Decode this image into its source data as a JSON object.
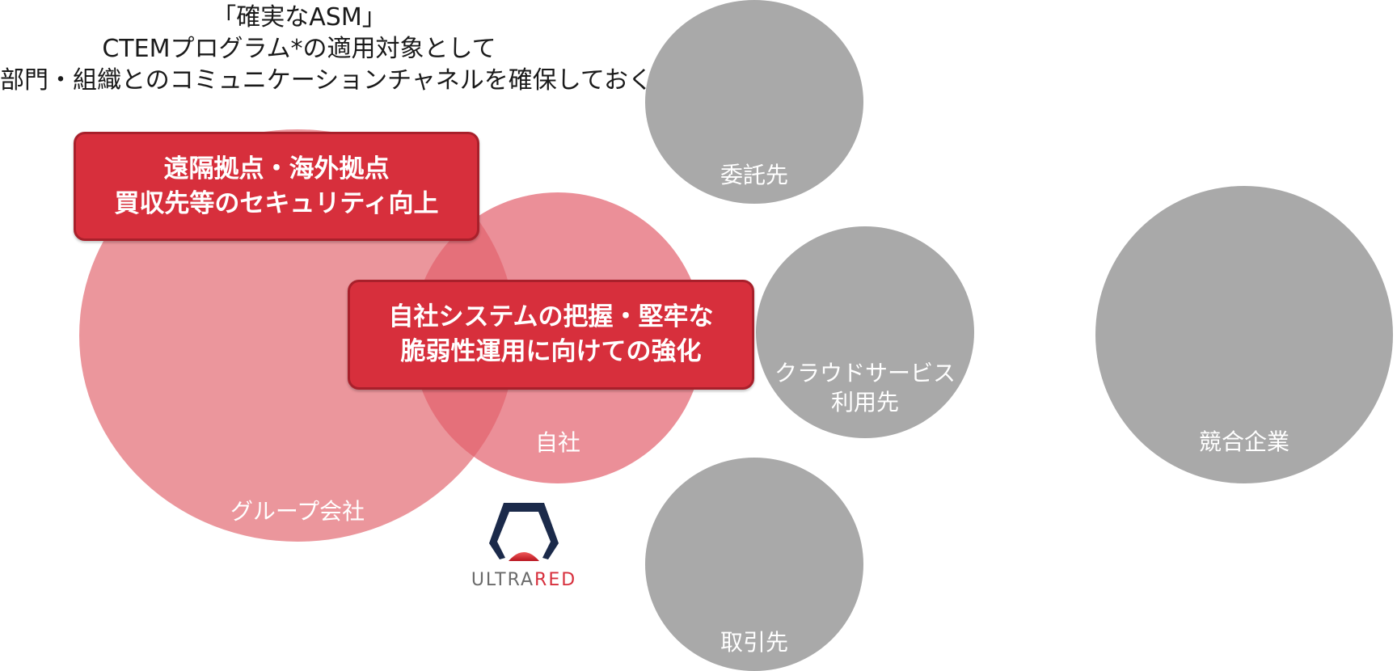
{
  "header": {
    "line1": "「確実なASM」",
    "line2": "CTEMプログラム*の適用対象として",
    "line3": "部門・組織とのコミュニケーションチャネルを確保しておく"
  },
  "circles": {
    "group": "グループ会社",
    "own": "自社",
    "contractor": "委託先",
    "cloud_line1": "クラウドサービス",
    "cloud_line2": "利用先",
    "supplier": "取引先",
    "competitor": "競合企業"
  },
  "callouts": {
    "remote_line1": "遠隔拠点・海外拠点",
    "remote_line2": "買収先等のセキュリティ向上",
    "own_line1": "自社システムの把握・堅牢な",
    "own_line2": "脆弱性運用に向けての強化"
  },
  "logo": {
    "text_ultra": "ULTRA",
    "text_red": "RED"
  },
  "colors": {
    "callout_red": "#d72f3c",
    "circle_pink": "#e6787f",
    "circle_grey": "#a9a9a9"
  }
}
